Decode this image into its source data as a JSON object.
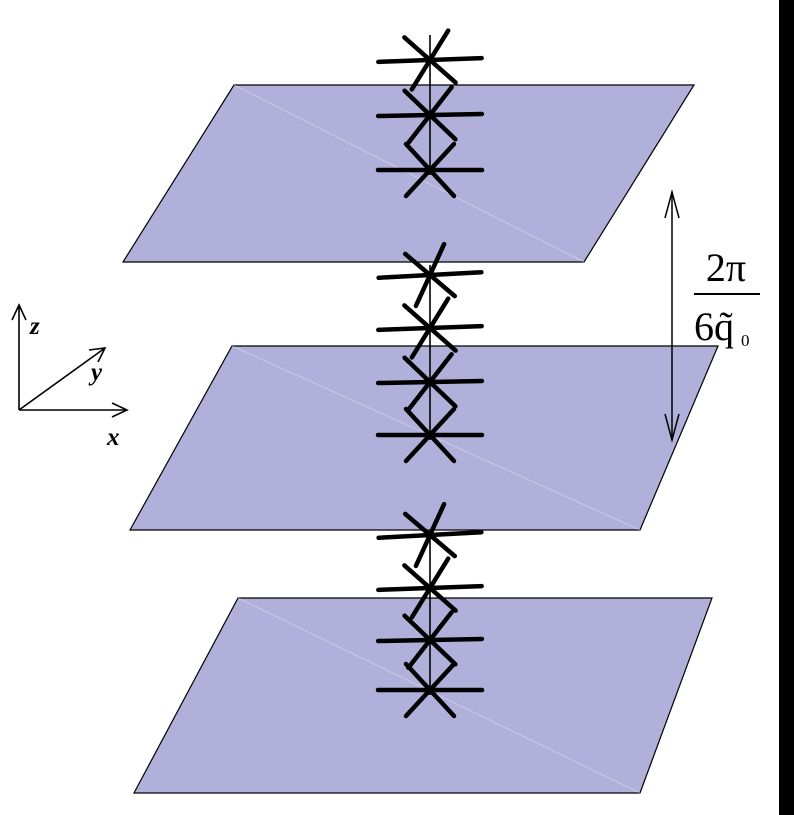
{
  "colors": {
    "plane_fill": "#b0b0da",
    "frame_bar": "#000000"
  },
  "axes": {
    "z_label": "z",
    "y_label": "y",
    "x_label": "x"
  },
  "spacing_label": {
    "numerator": "2π",
    "denominator_main": "6q̃",
    "denominator_subscript": "0"
  },
  "layers": {
    "plane_count": 3,
    "molecules_per_column": [
      3,
      4,
      4
    ]
  }
}
